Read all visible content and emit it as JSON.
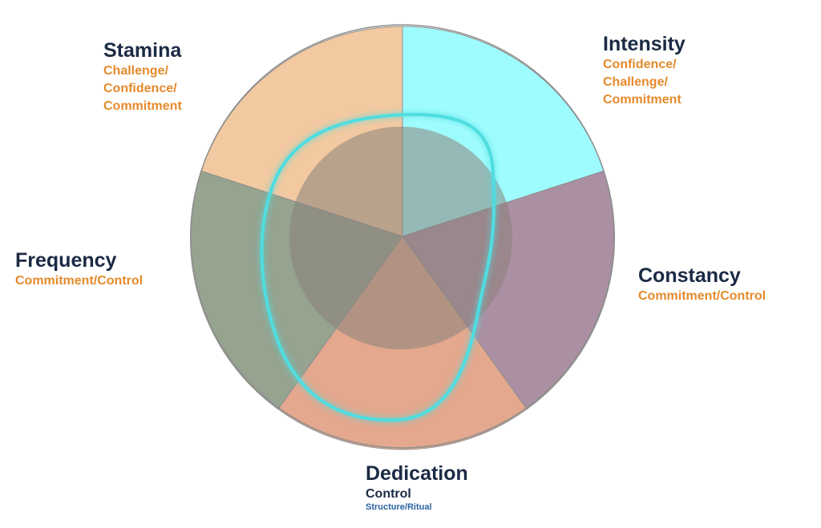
{
  "colors": {
    "subtitle_orange": "#e58a2c",
    "title_navy": "#1b2a44",
    "ritual_blue": "#2b63a3",
    "stamina_fill": "#f2c9a0",
    "intensity_fill": "#9ffcfe",
    "constancy_fill": "#ab8fa2",
    "dedication_fill": "#e3a88e",
    "frequency_fill": "#95a38f",
    "core_fill": "#8a817a",
    "glow_ring": "#4fdde0",
    "outline": "#8f8f8f"
  },
  "segments": [
    {
      "id": "intensity",
      "title": "Intensity",
      "subtitle": "Confidence/\nChallenge/\nCommitment",
      "icon": "none"
    },
    {
      "id": "constancy",
      "title": "Constancy",
      "subtitle": "Commitment/Control"
    },
    {
      "id": "dedication",
      "title": "Dedication",
      "subtitle": "Control",
      "detail": "Structure/Ritual"
    },
    {
      "id": "frequency",
      "title": "Frequency",
      "subtitle": "Commitment/Control"
    },
    {
      "id": "stamina",
      "title": "Stamina",
      "subtitle": "Challenge/\nConfidence/\nCommitment"
    }
  ]
}
